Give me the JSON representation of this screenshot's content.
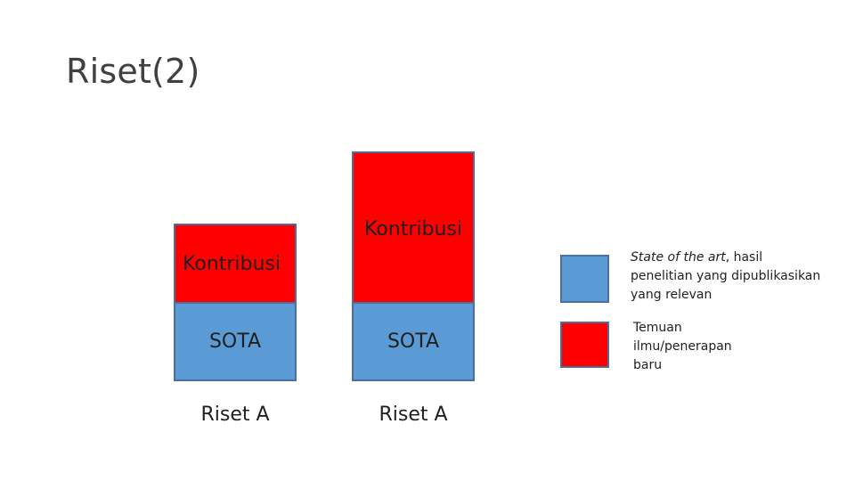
{
  "slide": {
    "title": "Riset(2)"
  },
  "diagram": {
    "bars": [
      {
        "caption": "Riset A",
        "top_label": "Kontribusi",
        "bottom_label": "SOTA"
      },
      {
        "caption": "Riset A",
        "top_label": "Kontribusi",
        "bottom_label": "SOTA"
      }
    ],
    "legend": [
      {
        "color": "#5b9bd5",
        "text_italic": "State of the art",
        "text_rest": ", hasil penelitian yang dipublikasikan yang relevan"
      },
      {
        "color": "#ff0000",
        "text_italic": "",
        "text_rest": "Temuan ilmu/penerapan baru"
      }
    ]
  },
  "colors": {
    "contribution": "#ff0000",
    "sota": "#5b9bd5",
    "border": "#4a6fa0"
  }
}
